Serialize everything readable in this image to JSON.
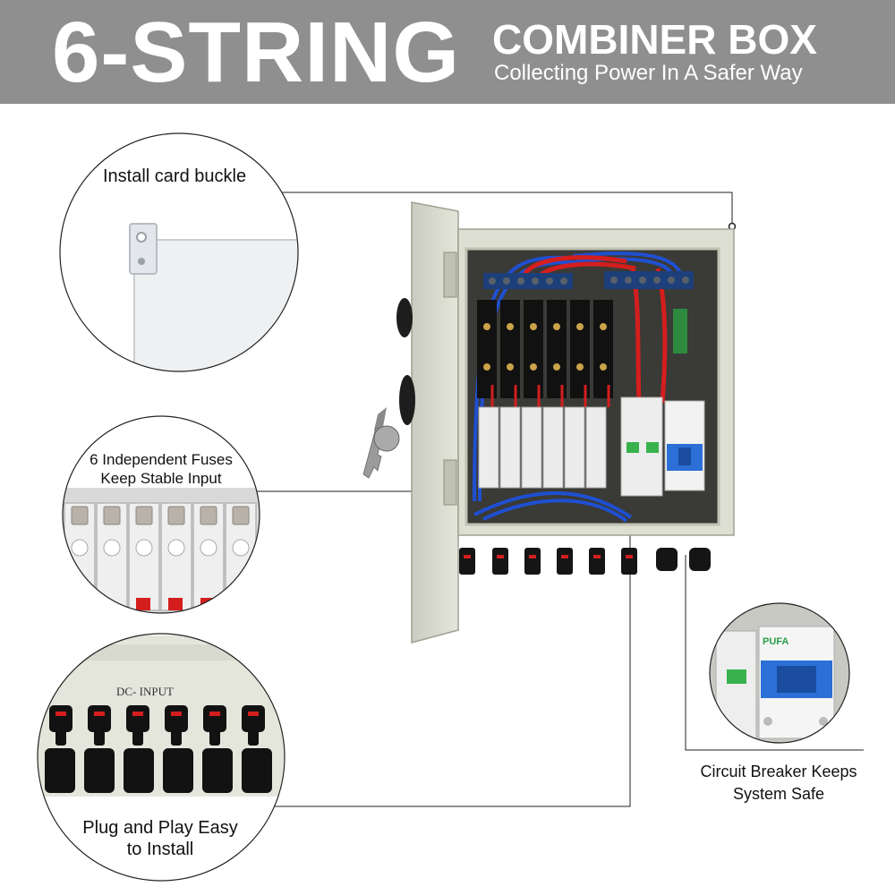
{
  "header": {
    "title": "6-STRING",
    "subtitle": "COMBINER BOX",
    "tagline": "Collecting Power In A Safer Way"
  },
  "callouts": {
    "card_buckle": "Install card buckle",
    "fuses_line1": "6 Independent Fuses",
    "fuses_line2": "Keep Stable Input",
    "plug_line1": "Plug and Play Easy",
    "plug_line2": "to Install",
    "breaker_line1": "Circuit Breaker Keeps",
    "breaker_line2": "System Safe"
  },
  "product_labels": {
    "dc_input": "DC- INPUT",
    "breaker_brand": "PUFA"
  },
  "colors": {
    "banner": "#8f8f8f",
    "enclosure": "#dcdfd2",
    "wire_red": "#d41e1e",
    "wire_blue": "#1f4fd1",
    "breaker_blue": "#2c6fd6"
  }
}
